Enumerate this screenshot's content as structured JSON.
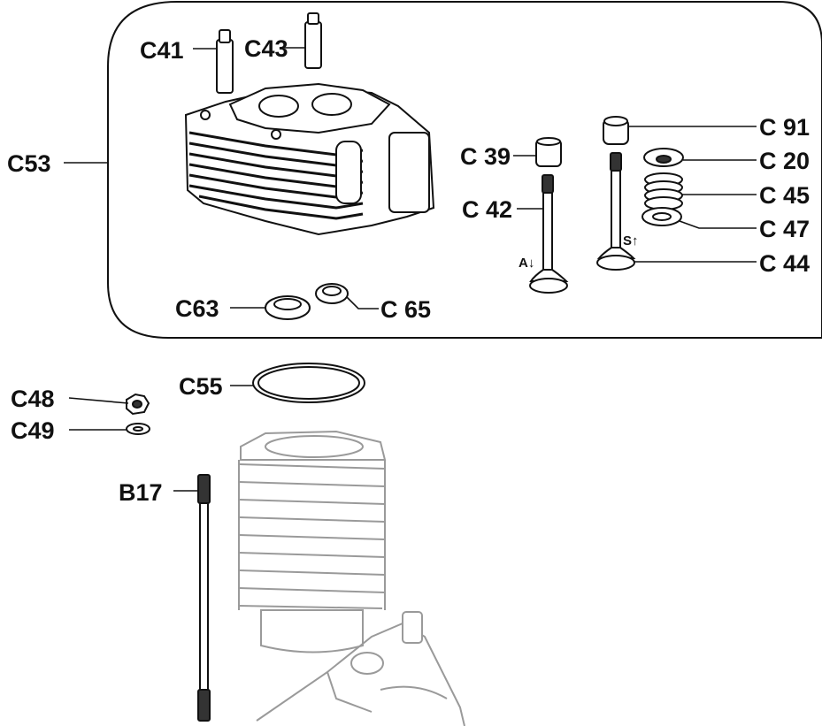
{
  "labels": {
    "c41": "C41",
    "c43": "C43",
    "c53": "C53",
    "c39": "C 39",
    "c42": "C 42",
    "c91": "C 91",
    "c20": "C 20",
    "c45": "C 45",
    "c47": "C 47",
    "c44": "C 44",
    "c63": "C63",
    "c65": "C 65",
    "c55": "C55",
    "c48": "C48",
    "c49": "C49",
    "b17": "B17",
    "a_marker": "A↓",
    "s_marker": "S↑"
  }
}
